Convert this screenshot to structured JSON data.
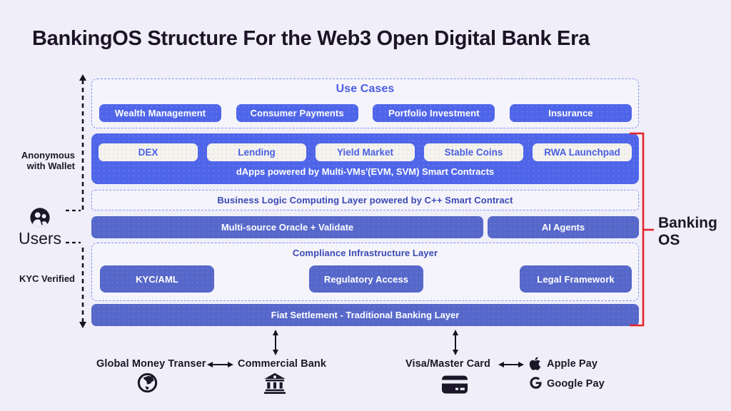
{
  "title": "BankingOS Structure For the Web3 Open Digital Bank Era",
  "left_rail": {
    "anonymous": "Anonymous with Wallet",
    "users": "Users",
    "kyc": "KYC Verified"
  },
  "right_rail": {
    "line1": "Banking",
    "line2": "OS"
  },
  "use_cases": {
    "title": "Use Cases",
    "items": [
      "Wealth Management",
      "Consumer Payments",
      "Portfolio Investment",
      "Insurance"
    ]
  },
  "dapps": {
    "chips": [
      "DEX",
      "Lending",
      "Yield Market",
      "Stable Coins",
      "RWA Launchpad"
    ],
    "caption": "dApps powered by Multi-VMs'(EVM, SVM) Smart Contracts"
  },
  "business_logic": {
    "label": "Business Logic Computing Layer powered by C++ Smart Contract"
  },
  "oracle_row": {
    "oracle": "Multi-source Oracle + Validate",
    "ai_agents": "AI Agents"
  },
  "compliance": {
    "title": "Compliance Infrastructure Layer",
    "items": [
      "KYC/AML",
      "Regulatory Access",
      "Legal Framework"
    ]
  },
  "fiat": {
    "label": "Fiat Settlement - Traditional Banking Layer"
  },
  "bottom": {
    "global_money_transfer": "Global Money Transer",
    "commercial_bank": "Commercial Bank",
    "visa_master_card": "Visa/Master Card",
    "apple_pay": "Apple Pay",
    "google_pay": "Google Pay"
  },
  "icons": {
    "users": "users-group-icon",
    "globe": "globe-icon",
    "bank": "bank-icon",
    "card": "credit-card-icon",
    "apple": "apple-icon",
    "google": "google-g-icon"
  },
  "colors": {
    "background": "#efeef9",
    "bright_blue": "#4f65e9",
    "muted_blue": "#5667ca",
    "chip_bg": "#f4f3ee",
    "chip_text": "#4a5fe0",
    "dashed_border": "#8494f0",
    "layer_text": "#3b49b4",
    "use_cases_title": "#4b5fe4",
    "bracket_red": "#e8232b",
    "ink": "#17131f"
  }
}
